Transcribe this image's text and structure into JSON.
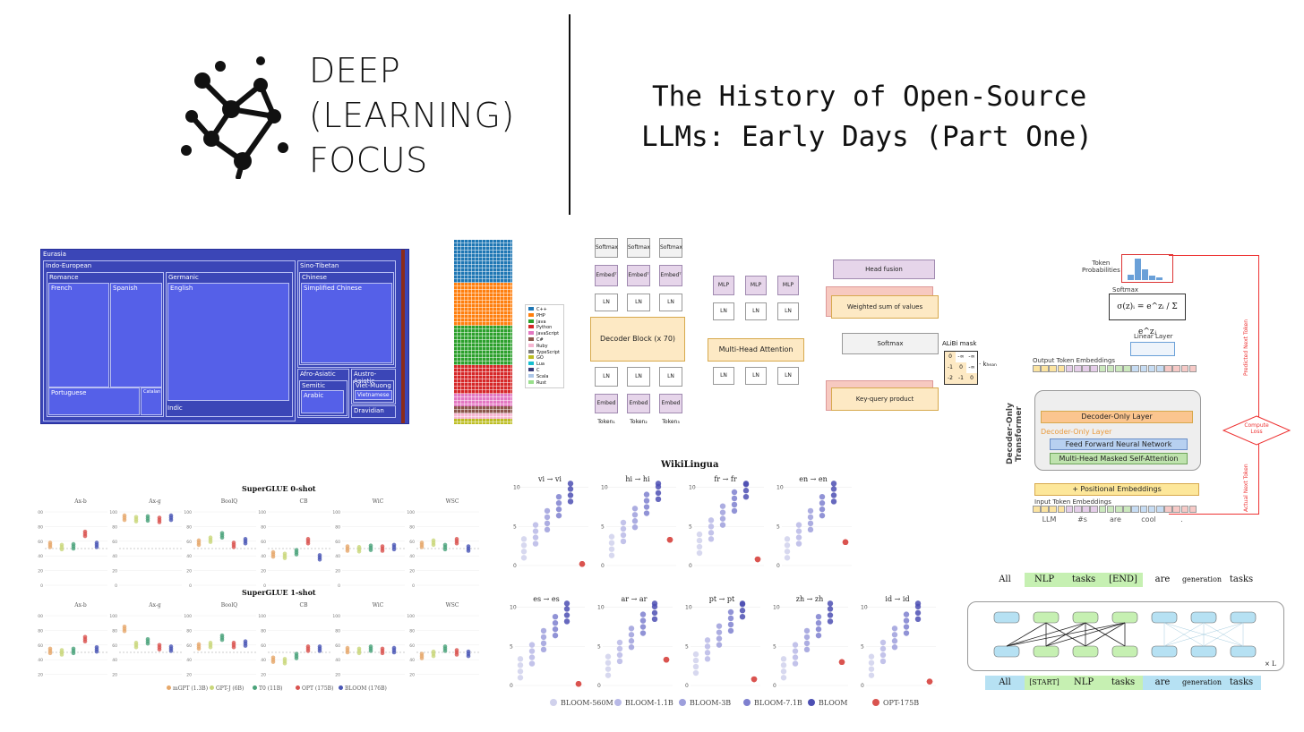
{
  "brand": {
    "line1": "DEEP",
    "line2": "(LEARNING)",
    "line3": "FOCUS"
  },
  "title": {
    "line1": "The History of Open-Source",
    "line2": "LLMs: Early Days (Part One)"
  },
  "treemap": {
    "root": "Eurasia",
    "indo_european": "Indo-European",
    "romance": "Romance",
    "french": "French",
    "spanish": "Spanish",
    "portuguese": "Portuguese",
    "catalan": "Catalan",
    "germanic": "Germanic",
    "english": "English",
    "indic": "Indic",
    "sino_tibetan": "Sino-Tibetan",
    "chinese": "Chinese",
    "simplified_chinese": "Simplified Chinese",
    "afro_asiatic": "Afro-Asiatic",
    "semitic": "Semitic",
    "arabic": "Arabic",
    "austro_asiatic": "Austro-Asiatic",
    "viet_muong": "Viet-Muong",
    "vietnamese": "Vietnamese",
    "dravidian": "Dravidian"
  },
  "code_legend": [
    "C++",
    "PHP",
    "Java",
    "Python",
    "JavaScript",
    "C#",
    "Ruby",
    "TypeScript",
    "GO",
    "Lua",
    "C",
    "Scala",
    "Rust"
  ],
  "code_colors": [
    "#1f77b4",
    "#ff7f0e",
    "#2ca02c",
    "#d62728",
    "#e377c2",
    "#8c564b",
    "#f7b6d2",
    "#7f7f7f",
    "#bcbd22",
    "#17becf",
    "#393b79",
    "#aec7e8",
    "#98df8a"
  ],
  "bloom_arch": {
    "softmax": "Softmax",
    "embed_t": "Embedᵀ",
    "ln": "LN",
    "decoder_block": "Decoder Block (x 70)",
    "embed": "Embed",
    "tokens": [
      "Token₁",
      "Token₂",
      "Token₃"
    ],
    "mlp": "MLP",
    "mha": "Multi-Head Attention",
    "head_fusion": "Head fusion",
    "weighted_sum": "Weighted sum of values",
    "softmax2": "Softmax",
    "key_query": "Key-query product",
    "alibi": "ALiBi mask",
    "khead": "· kₕₑₐₙ",
    "alibi_vals": [
      [
        "0",
        "-∞",
        "-∞"
      ],
      [
        "-1",
        "0",
        "-∞"
      ],
      [
        "-2",
        "-1",
        "0"
      ]
    ]
  },
  "decoder_fig": {
    "token_probs": "Token\nProbabilities",
    "softmax": "Softmax",
    "linear": "Linear Layer",
    "output_emb": "Output Token Embeddings",
    "stack_title": "Decoder-Only\nTransformer",
    "decoder_layer": "Decoder-Only Layer",
    "decoder_layer_label": "Decoder-Only Layer",
    "ffn": "Feed Forward Neural Network",
    "attn": "Multi-Head Masked Self-Attention",
    "pos_emb": "+ Positional Embeddings",
    "input_emb": "Input Token Embeddings",
    "tokens": [
      "LLM",
      "#s",
      "are",
      "cool",
      "."
    ],
    "compute_loss": "Compute\nLoss",
    "predicted": "Predicted Next Token",
    "actual": "Actual Next Token"
  },
  "superglue": {
    "title0": "SuperGLUE 0-shot",
    "title1": "SuperGLUE 1-shot",
    "tasks": [
      "Ax-b",
      "Ax-g",
      "BoolQ",
      "CB",
      "WiC",
      "WSC"
    ],
    "yticks": [
      "100",
      "80",
      "60",
      "40",
      "20",
      "0"
    ],
    "legend": [
      "mGPT (1.3B)",
      "GPT-J (6B)",
      "T0 (11B)",
      "OPT (175B)",
      "BLOOM (176B)"
    ],
    "legend_colors": [
      "#e6a86b",
      "#c9d77a",
      "#4aa37a",
      "#d9534f",
      "#4a56b5"
    ]
  },
  "wikilingua": {
    "title": "WikiLingua",
    "panels_top": [
      "vi → vi",
      "hi → hi",
      "fr → fr",
      "en → en"
    ],
    "panels_bottom": [
      "es → es",
      "ar → ar",
      "pt → pt",
      "zh → zh",
      "id → id"
    ],
    "legend": [
      "BLOOM-560M",
      "BLOOM-1.1B",
      "BLOOM-3B",
      "BLOOM-7.1B",
      "BLOOM",
      "OPT-175B"
    ],
    "legend_colors": [
      "#d0d1ec",
      "#b8b9e6",
      "#9d9fdc",
      "#7e80cf",
      "#4c4fb3",
      "#d9534f"
    ]
  },
  "mask_fig": {
    "top_tokens": [
      "All",
      "NLP",
      "tasks",
      "[END]",
      "are",
      "generation",
      "tasks"
    ],
    "bottom_tokens": [
      "All",
      "[START]",
      "NLP",
      "tasks",
      "are",
      "generation",
      "tasks"
    ],
    "times_l": "× L"
  }
}
